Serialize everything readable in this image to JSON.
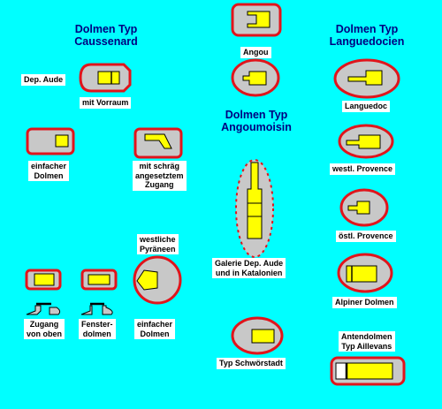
{
  "colors": {
    "background": "#00ffff",
    "outline": "#e0151c",
    "stone": "#c8c8c8",
    "chamber": "#ffff00",
    "heading": "#000080",
    "label_bg": "#ffffff"
  },
  "headings": {
    "caussenard": [
      "Dolmen Typ",
      "Caussenard"
    ],
    "angoumoisin": [
      "Dolmen Typ",
      "Angoumoisin"
    ],
    "languedocien": [
      "Dolmen Typ",
      "Languedocien"
    ]
  },
  "labels": {
    "dep_aude": "Dep. Aude",
    "mit_vorraum": "mit Vorraum",
    "einfacher_dolmen_1": [
      "einfacher",
      "Dolmen"
    ],
    "mit_schraeg": [
      "mit schräg",
      "angesetztem",
      "Zugang"
    ],
    "westliche_pyrenaeen": [
      "westliche",
      "Pyräneen"
    ],
    "zugang_von_oben": [
      "Zugang",
      "von oben"
    ],
    "fensterdolmen": [
      "Fenster-",
      "dolmen"
    ],
    "einfacher_dolmen_2": [
      "einfacher",
      "Dolmen"
    ],
    "angou": "Angou",
    "galerie": [
      "Galerie Dep. Aude",
      "und in Katalonien"
    ],
    "typ_schwoerstadt": "Typ Schwörstadt",
    "languedoc": "Languedoc",
    "westl_provence": "westl. Provence",
    "oestl_provence": "östl. Provence",
    "alpiner_dolmen": "Alpiner Dolmen",
    "antendolmen": [
      "Antendolmen",
      "Typ Aillevans"
    ]
  }
}
